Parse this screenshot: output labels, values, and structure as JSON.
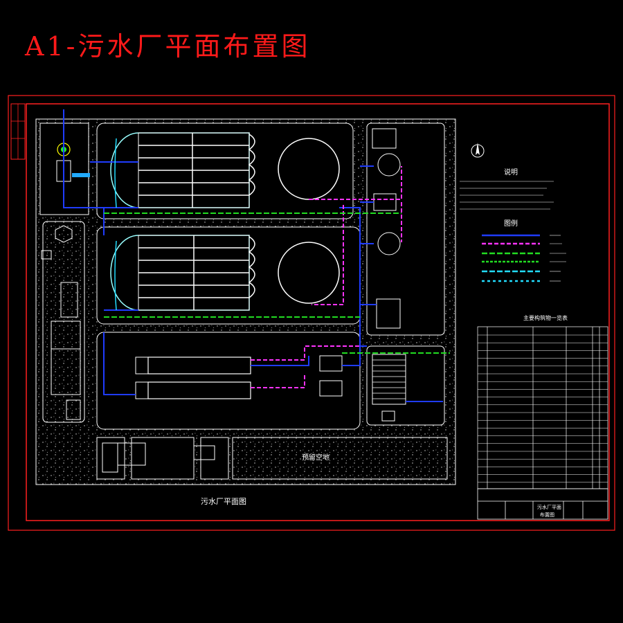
{
  "title": "A1-污水厂平面布置图",
  "drawing_caption": "污水厂平面图",
  "reserved_area_label": "预留空地",
  "legend_heading": "图例",
  "notes_heading": "说明",
  "table_heading": "主要构筑物一览表",
  "title_block": {
    "drawing_name_1": "污水厂平面",
    "drawing_name_2": "布置图"
  },
  "colors": {
    "frame": "#ff2020",
    "outline": "#ffffff",
    "water_pipe": "#1f3cff",
    "sludge_pipe": "#ff33ff",
    "return_pipe": "#22dd22",
    "air_pipe": "#22ddff",
    "tank_outline": "#9ff"
  },
  "icons": [
    "north-arrow-icon"
  ]
}
